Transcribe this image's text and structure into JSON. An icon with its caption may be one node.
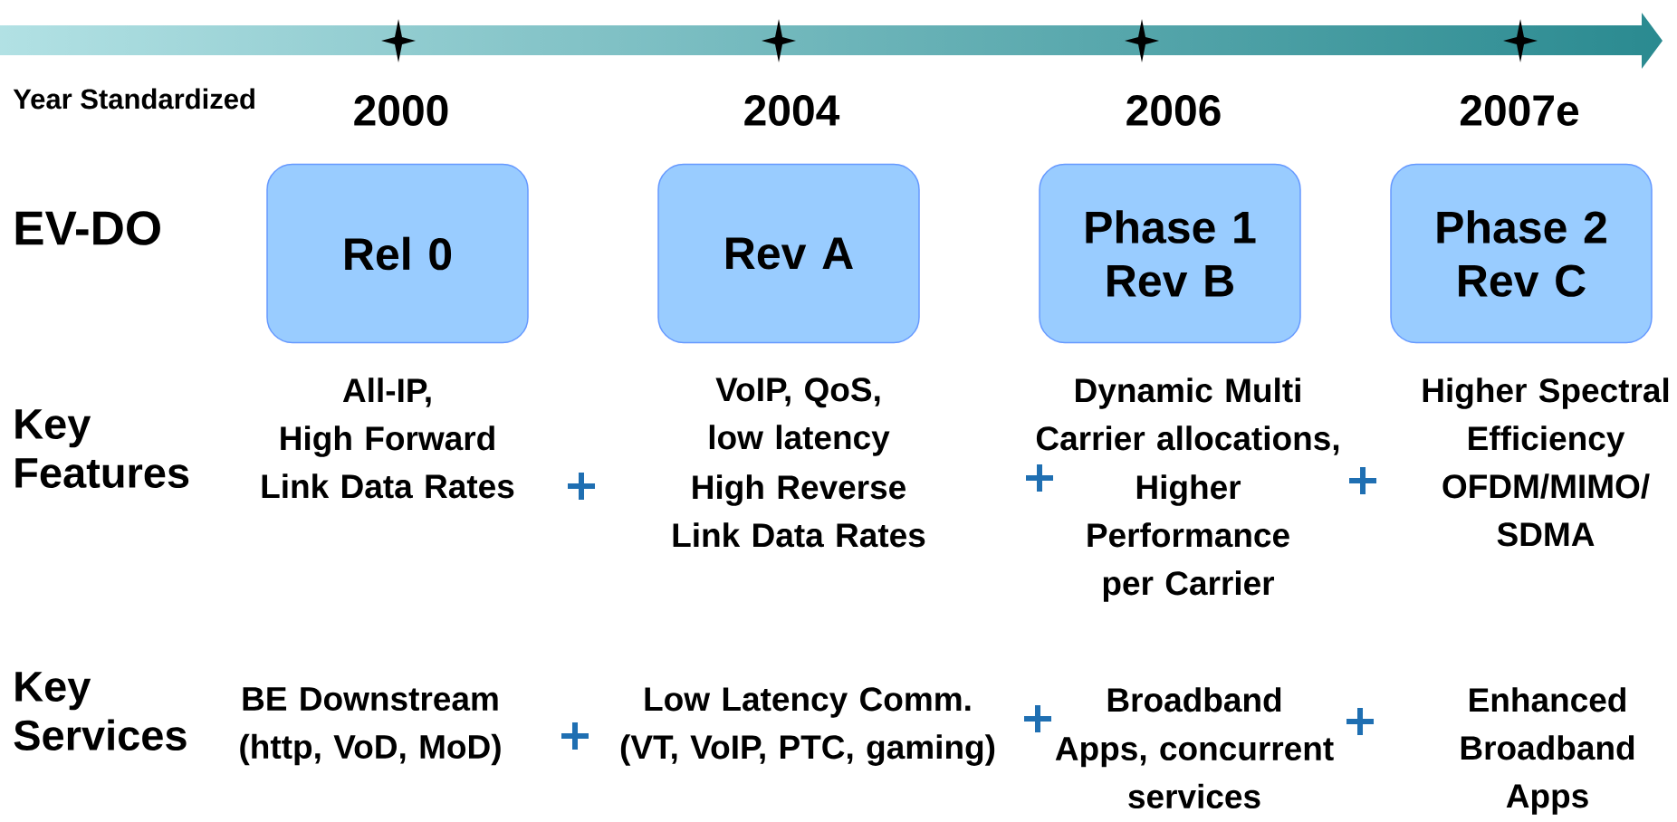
{
  "diagram": {
    "nodes": [
      {
        "text": [
          "Rel 0"
        ]
      },
      {
        "text": [
          "Rev A"
        ]
      },
      {
        "text": [
          "Phase 1 Rev B"
        ]
      },
      {
        "text": [
          "Phase 2 Rev C"
        ]
      }
    ],
    "labels": [
      "Year Standardized",
      "2000",
      "2004",
      "2006",
      "2007e",
      "EV-DO",
      "Key Features",
      "All-IP,",
      "High Forward Link Data Rates",
      "VoIP, QoS, low latency",
      "High Reverse Link Data Rates",
      "Dynamic Multi Carrier allocations,",
      "Higher Performance per Carrier",
      "Higher Spectral Efficiency OFDM/MIMO/ SDMA",
      "Key Services",
      "BE Downstream (http, VoD, MoD)",
      "Low Latency Comm. (VT, VoIP, PTC, gaming)",
      "Broadband",
      "Apps, concurrent services",
      "Enhanced Broadband Apps"
    ]
  }
}
